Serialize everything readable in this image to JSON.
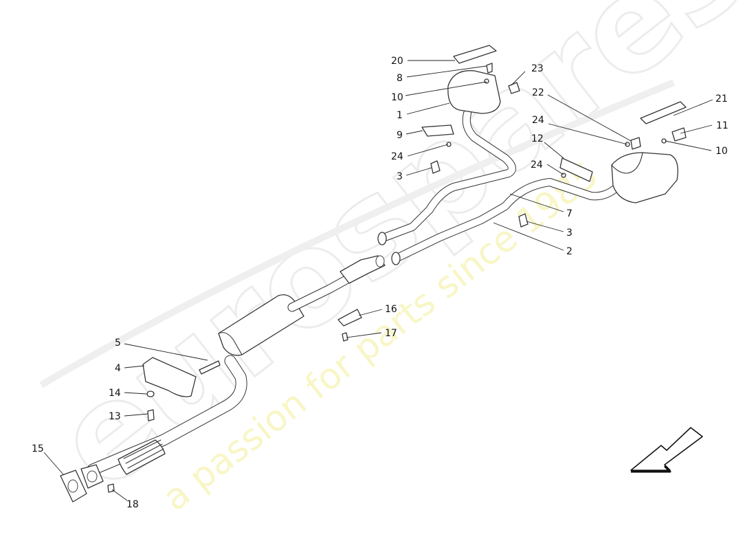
{
  "watermark": {
    "brand": "eurospares",
    "tagline": "a passion for parts since 1985"
  },
  "callouts": [
    "20",
    "8",
    "23",
    "10",
    "1",
    "22",
    "21",
    "9",
    "24",
    "11",
    "10",
    "24",
    "12",
    "24",
    "3",
    "7",
    "3",
    "2",
    "16",
    "17",
    "5",
    "4",
    "14",
    "13",
    "15",
    "18"
  ],
  "direction_arrow": "arrow-down-left-icon",
  "colors": {
    "line": "#333333",
    "watermark_gray": "#ececec",
    "watermark_yellow": "#f6f3b4"
  }
}
